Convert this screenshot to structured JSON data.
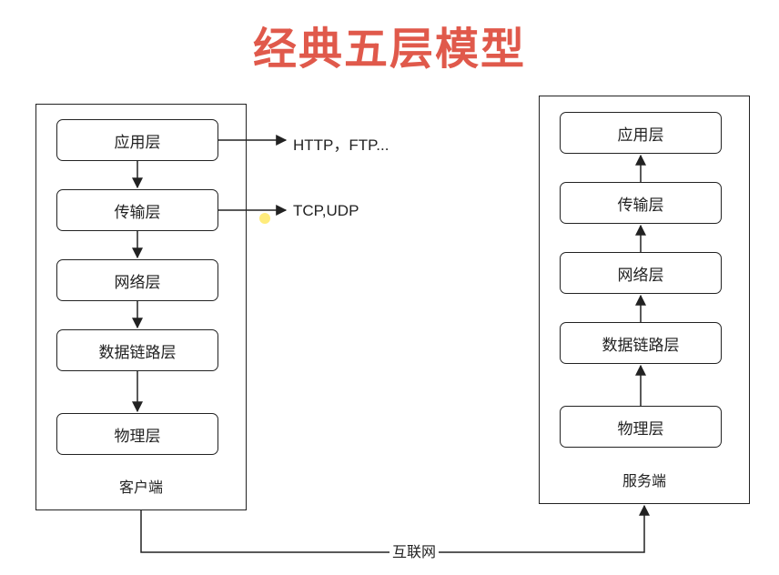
{
  "title": "经典五层模型",
  "client": {
    "caption": "客户端",
    "layers": [
      "应用层",
      "传输层",
      "网络层",
      "数据链路层",
      "物理层"
    ]
  },
  "server": {
    "caption": "服务端",
    "layers": [
      "应用层",
      "传输层",
      "网络层",
      "数据链路层",
      "物理层"
    ]
  },
  "protocols": {
    "application": "HTTP，FTP...",
    "transport": "TCP,UDP"
  },
  "link_label": "互联网",
  "colors": {
    "title": "#e0594b",
    "stroke": "#222222"
  }
}
